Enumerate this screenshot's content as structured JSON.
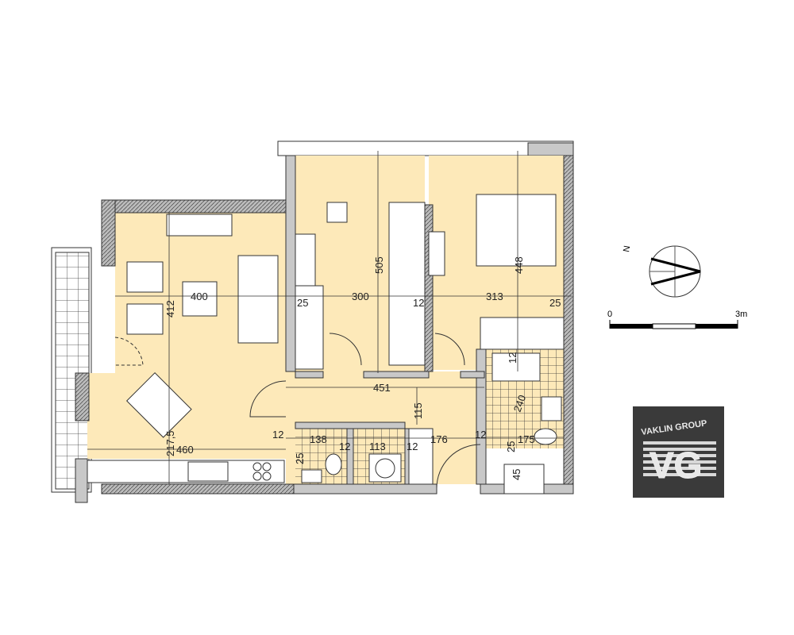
{
  "colors": {
    "floor": "#fde9b9",
    "wall": "#c8c8c8",
    "outline": "#333333",
    "logo_bg": "#3a3a3a"
  },
  "dims": [
    "400",
    "25",
    "300",
    "12",
    "313",
    "25",
    "505",
    "448",
    "412",
    "217,5",
    "460",
    "451",
    "115",
    "12",
    "138",
    "12",
    "113",
    "12",
    "176",
    "12",
    "175",
    "25",
    "240",
    "25",
    "45",
    "12"
  ],
  "scale": {
    "start": "0",
    "end": "3m"
  },
  "compass": {
    "mark": "N"
  },
  "logo": {
    "line1": "VAKLIN",
    "line2": "GROUP",
    "mark": "VG"
  }
}
